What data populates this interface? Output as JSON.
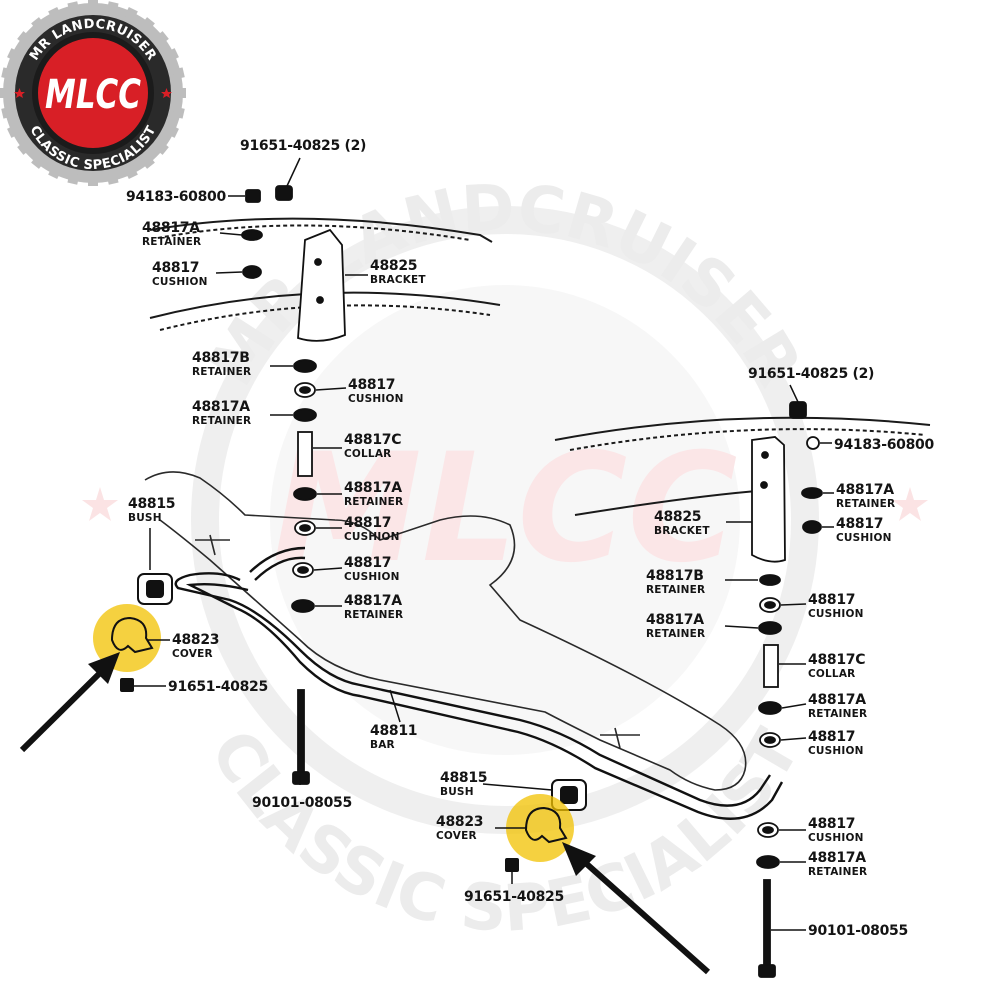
{
  "brand": {
    "ring_top": "MR LANDCRUISER",
    "ring_bottom": "CLASSIC SPECIALIST",
    "mark": "MLCC",
    "colors": {
      "red": "#d81f26",
      "dark": "#1b1b1b",
      "gear": "#bdbdbd"
    }
  },
  "watermark": {
    "top": "MR LANDCRUISER",
    "bottom": "CLASSIC SPECIALIST",
    "mark": "MLCC"
  },
  "highlight_color": "#f2c200",
  "labels": [
    {
      "id": "l1",
      "part": "91651-40825 (2)",
      "name": ""
    },
    {
      "id": "l2",
      "part": "94183-60800",
      "name": ""
    },
    {
      "id": "l3",
      "part": "48817A",
      "name": "RETAINER"
    },
    {
      "id": "l4",
      "part": "48817",
      "name": "CUSHION"
    },
    {
      "id": "l5",
      "part": "48825",
      "name": "BRACKET"
    },
    {
      "id": "l6",
      "part": "48817B",
      "name": "RETAINER"
    },
    {
      "id": "l7",
      "part": "48817",
      "name": "CUSHION"
    },
    {
      "id": "l8",
      "part": "48817A",
      "name": "RETAINER"
    },
    {
      "id": "l9",
      "part": "48817C",
      "name": "COLLAR"
    },
    {
      "id": "l10",
      "part": "48817A",
      "name": "RETAINER"
    },
    {
      "id": "l11",
      "part": "48817",
      "name": "CUSHION"
    },
    {
      "id": "l12",
      "part": "48817",
      "name": "CUSHION"
    },
    {
      "id": "l13",
      "part": "48817A",
      "name": "RETAINER"
    },
    {
      "id": "l14",
      "part": "48815",
      "name": "BUSH"
    },
    {
      "id": "l15",
      "part": "48823",
      "name": "COVER"
    },
    {
      "id": "l16",
      "part": "91651-40825",
      "name": ""
    },
    {
      "id": "l17",
      "part": "48811",
      "name": "BAR"
    },
    {
      "id": "l18",
      "part": "90101-08055",
      "name": ""
    },
    {
      "id": "l19",
      "part": "91651-40825 (2)",
      "name": ""
    },
    {
      "id": "l20",
      "part": "94183-60800",
      "name": ""
    },
    {
      "id": "l21",
      "part": "48817A",
      "name": "RETAINER"
    },
    {
      "id": "l22",
      "part": "48825",
      "name": "BRACKET"
    },
    {
      "id": "l23",
      "part": "48817",
      "name": "CUSHION"
    },
    {
      "id": "l24",
      "part": "48817B",
      "name": "RETAINER"
    },
    {
      "id": "l25",
      "part": "48817",
      "name": "CUSHION"
    },
    {
      "id": "l26",
      "part": "48817A",
      "name": "RETAINER"
    },
    {
      "id": "l27",
      "part": "48817C",
      "name": "COLLAR"
    },
    {
      "id": "l28",
      "part": "48817A",
      "name": "RETAINER"
    },
    {
      "id": "l29",
      "part": "48817",
      "name": "CUSHION"
    },
    {
      "id": "l30",
      "part": "48815",
      "name": "BUSH"
    },
    {
      "id": "l31",
      "part": "48823",
      "name": "COVER"
    },
    {
      "id": "l32",
      "part": "91651-40825",
      "name": ""
    },
    {
      "id": "l33",
      "part": "48817",
      "name": "CUSHION"
    },
    {
      "id": "l34",
      "part": "48817A",
      "name": "RETAINER"
    },
    {
      "id": "l35",
      "part": "90101-08055",
      "name": ""
    }
  ]
}
